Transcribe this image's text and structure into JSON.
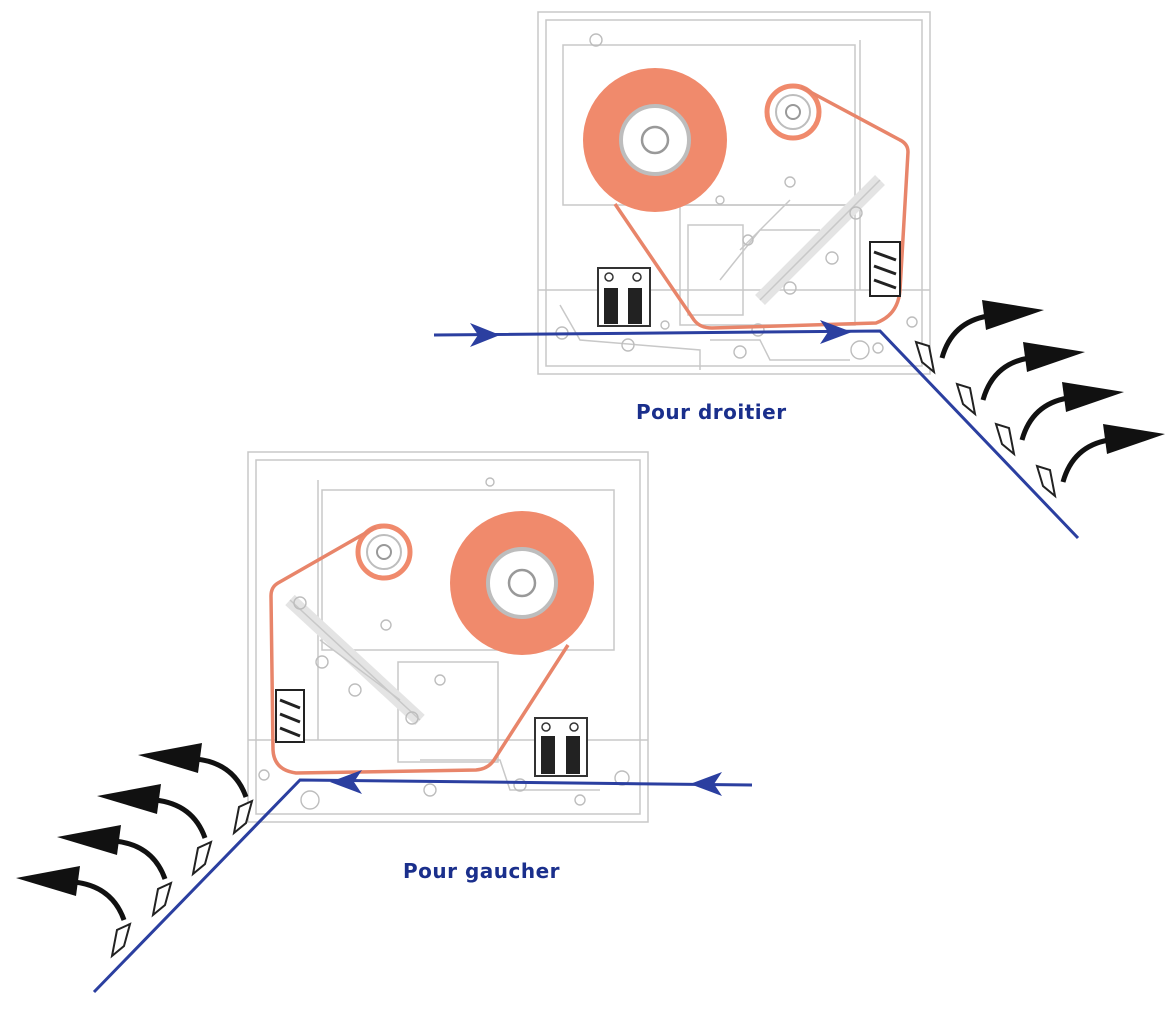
{
  "diagram": {
    "captions": {
      "right_handed": "Pour droitier",
      "left_handed": "Pour gaucher"
    },
    "colors": {
      "ribbon": "#f08a6c",
      "ribbon_path": "#e8856a",
      "media_path": "#2b3fa0",
      "caption": "#1a2f8c",
      "mechanism": "#c8c8c8",
      "arrow": "#111111"
    },
    "icons": [
      "ribbon-supply-roll",
      "ribbon-take-up-spindle",
      "printhead-assembly",
      "media-direction-arrow",
      "label-peel-arrow"
    ]
  }
}
